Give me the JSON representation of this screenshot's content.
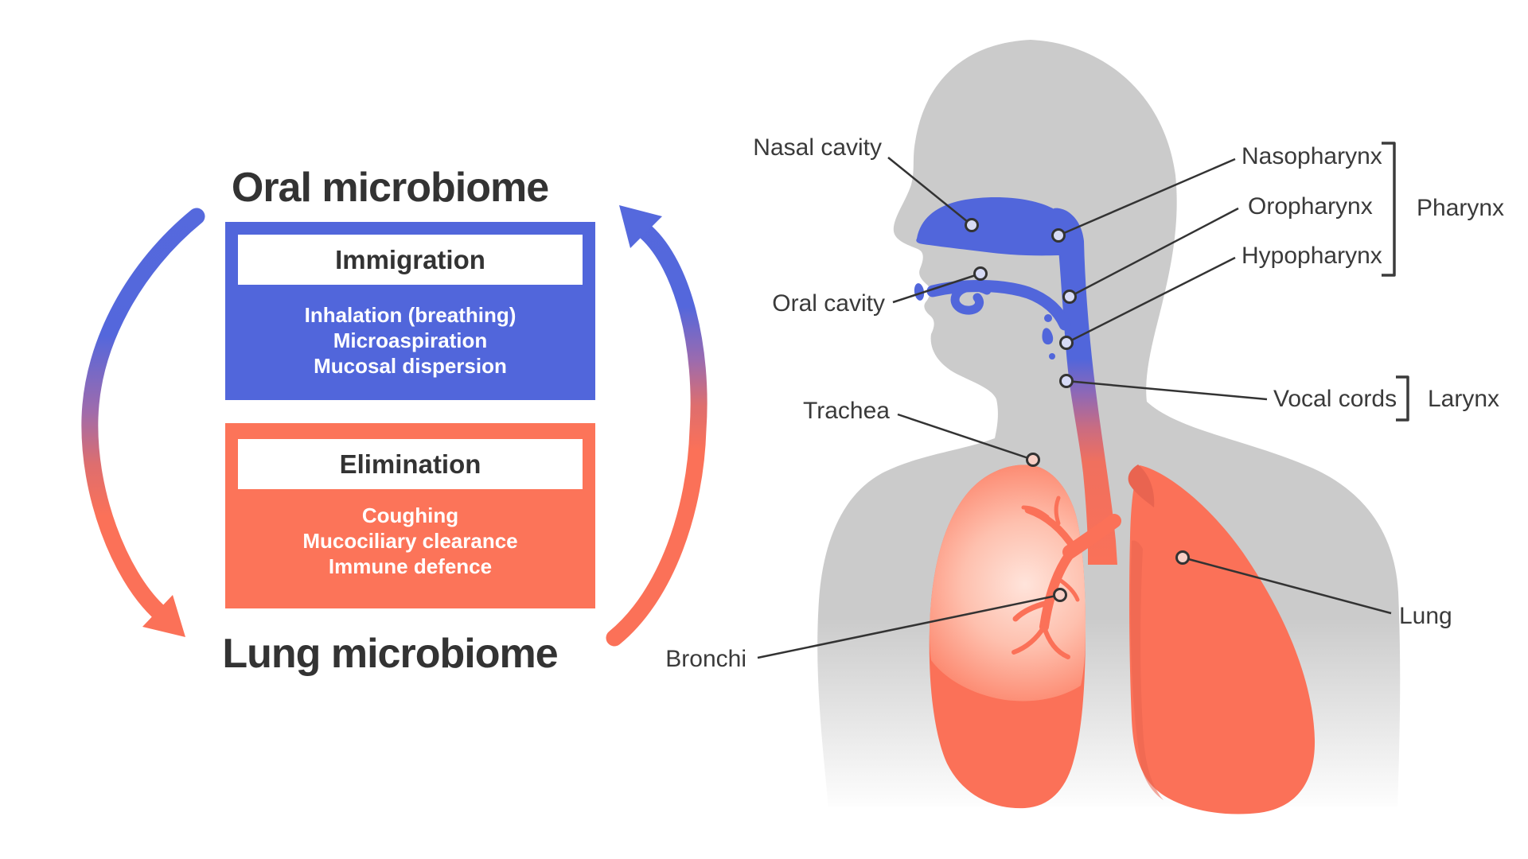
{
  "left_panel": {
    "top_title": "Oral microbiome",
    "bottom_title": "Lung microbiome",
    "immigration": {
      "header": "Immigration",
      "items": [
        "Inhalation (breathing)",
        "Microaspiration",
        "Mucosal dispersion"
      ]
    },
    "elimination": {
      "header": "Elimination",
      "items": [
        "Coughing",
        "Mucociliary clearance",
        "Immune defence"
      ]
    }
  },
  "anatomy": {
    "labels": {
      "nasal_cavity": "Nasal cavity",
      "oral_cavity": "Oral cavity",
      "trachea": "Trachea",
      "bronchi": "Bronchi",
      "nasopharynx": "Nasopharynx",
      "oropharynx": "Oropharynx",
      "hypopharynx": "Hypopharynx",
      "vocal_cords": "Vocal cords",
      "lung": "Lung"
    },
    "group_labels": {
      "pharynx": "Pharynx",
      "larynx": "Larynx"
    }
  },
  "colors": {
    "airway_blue": "#5166DB",
    "lung_salmon": "#FC7459",
    "silhouette_gray": "#CBCBCB",
    "text_dark": "#333333",
    "label_gray": "#3A3A3A"
  }
}
